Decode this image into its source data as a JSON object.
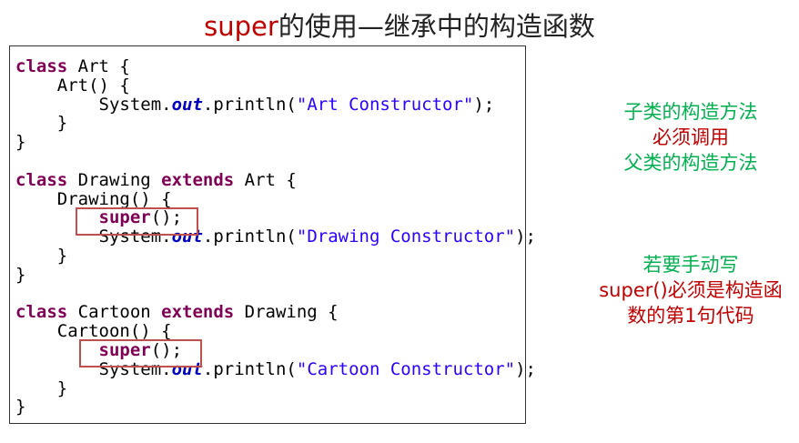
{
  "title": {
    "keyword": "super",
    "rest": "的使用—继承中的构造函数"
  },
  "code": [
    [
      [
        "class",
        "k"
      ],
      [
        " Art {",
        ""
      ]
    ],
    [
      [
        "    Art() {",
        ""
      ]
    ],
    [
      [
        "        System.",
        ""
      ],
      [
        "out",
        "f"
      ],
      [
        ".println(",
        ""
      ],
      [
        "\"Art Constructor\"",
        "s"
      ],
      [
        ");",
        ""
      ]
    ],
    [
      [
        "    }",
        ""
      ]
    ],
    [
      [
        "}",
        ""
      ]
    ],
    [
      [
        "",
        ""
      ]
    ],
    [
      [
        "class",
        "k"
      ],
      [
        " Drawing ",
        ""
      ],
      [
        "extends",
        "k"
      ],
      [
        " Art {",
        ""
      ]
    ],
    [
      [
        "    Drawing() {",
        ""
      ]
    ],
    [
      [
        "        ",
        ""
      ],
      [
        "super",
        "k"
      ],
      [
        "();",
        ""
      ]
    ],
    [
      [
        "        System.",
        ""
      ],
      [
        "out",
        "f"
      ],
      [
        ".println(",
        ""
      ],
      [
        "\"Drawing Constructor\"",
        "s"
      ],
      [
        ");",
        ""
      ]
    ],
    [
      [
        "    }",
        ""
      ]
    ],
    [
      [
        "}",
        ""
      ]
    ],
    [
      [
        "",
        ""
      ]
    ],
    [
      [
        "class",
        "k"
      ],
      [
        " Cartoon ",
        ""
      ],
      [
        "extends",
        "k"
      ],
      [
        " Drawing {",
        ""
      ]
    ],
    [
      [
        "    Cartoon() {",
        ""
      ]
    ],
    [
      [
        "        ",
        ""
      ],
      [
        "super",
        "k"
      ],
      [
        "();",
        ""
      ]
    ],
    [
      [
        "        System.",
        ""
      ],
      [
        "out",
        "f"
      ],
      [
        ".println(",
        ""
      ],
      [
        "\"Cartoon Constructor\"",
        "s"
      ],
      [
        ");",
        ""
      ]
    ],
    [
      [
        "    }",
        ""
      ]
    ],
    [
      [
        "}",
        ""
      ]
    ]
  ],
  "note1": {
    "line1": "子类的构造方法",
    "line2": "必须调用",
    "line3": "父类的构造方法"
  },
  "note2": {
    "line1": "若要手动写",
    "line2": "super()必须是构造函",
    "line3": "数的第1句代码"
  }
}
